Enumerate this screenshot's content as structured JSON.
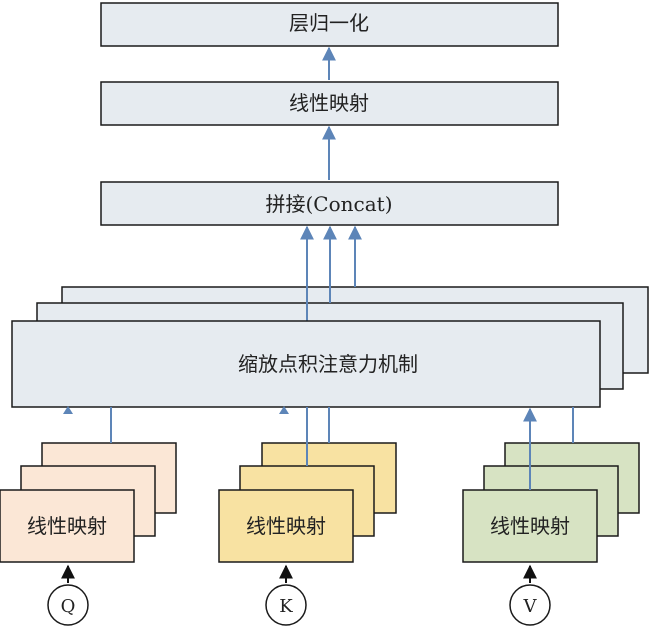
{
  "diagram": {
    "title_layer_norm": "层归一化",
    "title_linear_top": "线性映射",
    "title_concat": "拼接(Concat)",
    "title_attention": "缩放点积注意力机制",
    "branches": [
      {
        "label": "线性映射",
        "input": "Q",
        "fill": "#fbe7d6"
      },
      {
        "label": "线性映射",
        "input": "K",
        "fill": "#f8e2a2"
      },
      {
        "label": "线性映射",
        "input": "V",
        "fill": "#d7e3c3"
      }
    ],
    "colors": {
      "box_fill": "#e6ebf0",
      "stroke": "#1a1a1a",
      "arrow_blue": "#5d85b8"
    }
  }
}
